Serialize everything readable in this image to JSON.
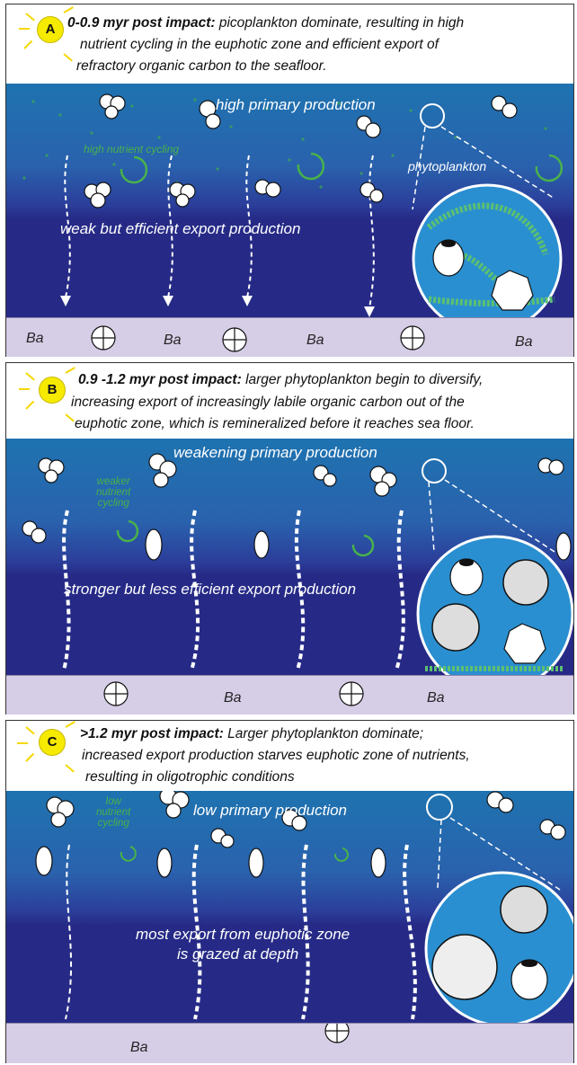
{
  "panels": [
    {
      "badge": "A",
      "caption_bold": "0-0.9 myr post impact:",
      "caption_line1_rest": " picoplankton dominate, resulting in high",
      "caption_line2": "nutrient cycling  in  the euphotic  zone and efficient export of",
      "caption_line3": "refractory organic carbon to the seafloor.",
      "surface_label": "high primary production",
      "cycling_label": "high nutrient cycling",
      "export_label": "weak but efficient export production",
      "inset_label": "phytoplankton",
      "floor_labels": [
        "Ba",
        "Ba",
        "Ba",
        "Ba"
      ]
    },
    {
      "badge": "B",
      "caption_bold": "0.9 -1.2 myr post impact:",
      "caption_line1_rest": " larger phytoplankton begin to diversify,",
      "caption_line2": "increasing export of increasingly labile organic carbon out of the",
      "caption_line3": "euphotic zone, which is remineralized before it reaches sea floor.",
      "surface_label": "weakening primary production",
      "cycling_label_lines": [
        "weaker",
        "nutrient",
        "cycling"
      ],
      "export_label": "stronger but less efficient export production",
      "floor_labels": [
        "Ba",
        "Ba"
      ]
    },
    {
      "badge": "C",
      "caption_bold": ">1.2 myr post impact:",
      "caption_line1_rest": " Larger phytoplankton dominate;",
      "caption_line2": "increased export production starves euphotic zone of nutrients,",
      "caption_line3": "resulting in oligotrophic conditions",
      "surface_label": "low primary production",
      "cycling_label_lines": [
        "low",
        "nutrient",
        "cycling"
      ],
      "export_label_lines": [
        "most export from euphotic zone",
        "is grazed at depth"
      ],
      "floor_labels": [
        "Ba"
      ]
    }
  ],
  "colors": {
    "ocean_top": "#1e73b0",
    "ocean_deep": "#262a86",
    "seafloor": "#d6cde6",
    "nutrient_green": "#49b24a",
    "sun_yellow": "#f5ea00",
    "inset_blue": "#2a8fd0"
  }
}
